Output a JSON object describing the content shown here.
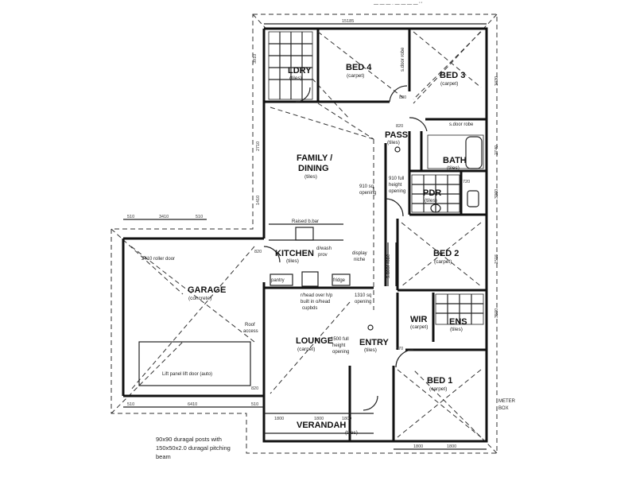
{
  "header": {
    "fragment": "— — — · — —   — —  ' '"
  },
  "rooms": {
    "ldry": {
      "name": "LDRY",
      "sub": "(tiles)"
    },
    "bed4": {
      "name": "BED 4",
      "sub": "(carpet)"
    },
    "bed3": {
      "name": "BED 3",
      "sub": "(carpet)"
    },
    "pass": {
      "name": "PASS",
      "sub": "(tiles)"
    },
    "bath": {
      "name": "BATH",
      "sub": "(tiles)"
    },
    "pdr": {
      "name": "PDR",
      "sub": "(tiles)"
    },
    "family": {
      "name": "FAMILY /",
      "name2": "DINING",
      "sub": "(tiles)"
    },
    "kitchen": {
      "name": "KITCHEN",
      "sub": "(tiles)"
    },
    "bed2": {
      "name": "BED 2",
      "sub": "(carpet)"
    },
    "garage": {
      "name": "GARAGE",
      "sub": "(concrete)"
    },
    "lounge": {
      "name": "LOUNGE",
      "sub": "(carpet)"
    },
    "entry": {
      "name": "ENTRY",
      "sub": "(tiles)"
    },
    "wir": {
      "name": "WIR",
      "sub": "(carpet)"
    },
    "ens": {
      "name": "ENS",
      "sub": "(tiles)"
    },
    "bed1": {
      "name": "BED 1",
      "sub": "(carpet)"
    },
    "verandah": {
      "name": "VERANDAH",
      "sub": "(tiles)"
    }
  },
  "notes": {
    "raised_bar": "Raised b.bar",
    "dwash": "d/wash",
    "prov": "prov",
    "display_niche": "display",
    "display_niche2": "niche",
    "pantry": "pantry",
    "fridge": "fridge",
    "rhead": "r/head over h/p",
    "rhead2": "built in o/head",
    "rhead3": "cupbds",
    "opening_1310": "1310 sq",
    "opening_1310b": "opening",
    "opening_910": "910 sq",
    "opening_910b": "opening",
    "full_height_910": "910 full",
    "full_height_910b": "height",
    "full_height_910c": "opening",
    "opening_1500": "1500 full",
    "opening_1500b": "height",
    "opening_1500c": "opening",
    "roller_door": "2410 roller door",
    "panel_door": "Lift panel lift door (auto)",
    "access": "Roof",
    "access2": "access",
    "linen_1": "s.door robe",
    "linen_2": "s.door robe",
    "linen_3": "s.door robe",
    "meter_box": "METER",
    "meter_box2": "BOX",
    "caption1": "90x90 duragal posts with",
    "caption2": "150x50x2.0 duragal pitching",
    "caption3": "beam"
  },
  "dimensions": {
    "top": "15185",
    "left_1": "3910",
    "left_2": "2710",
    "left_3": "1410",
    "right_1": "3430",
    "right_2": "2740",
    "right_3": "3360",
    "right_4": "1515",
    "right_5": "3500",
    "garage_top_1": "510",
    "garage_top_2": "3410",
    "garage_top_3": "510",
    "garage_bottom_1": "510",
    "garage_bottom_2": "6410",
    "garage_bottom_3": "510",
    "ver_1": "1800",
    "ver_2": "1800",
    "ver_3": "1800",
    "bottom_1": "1800",
    "bottom_2": "1800",
    "d_820a": "820",
    "d_820b": "820",
    "d_820c": "820",
    "d_720": "720",
    "d_870": "870",
    "d_820d": "820"
  }
}
